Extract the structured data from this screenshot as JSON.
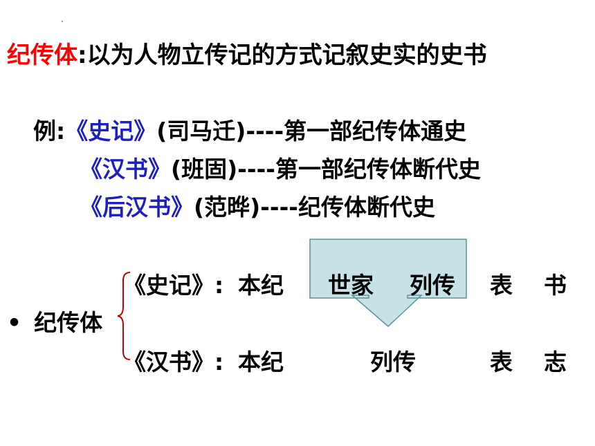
{
  "definition": {
    "term": "纪传体",
    "separator": ":",
    "text": "以为人物立传记的方式记叙史实的史书"
  },
  "examples": [
    {
      "prefix": "例:",
      "book": "《史记》",
      "author": "(司马迁)",
      "dash": "----",
      "desc": "第一部纪传体通史"
    },
    {
      "prefix": "",
      "book": "《汉书》",
      "author": "(班固)",
      "dash": "----",
      "desc": "第一部纪传体断代史"
    },
    {
      "prefix": "",
      "book": "《后汉书》",
      "author": "(范晔)",
      "dash": "----",
      "desc": "纪传体断代史"
    }
  ],
  "structure": {
    "bullet": "•",
    "label": "纪传体",
    "shiji": {
      "name": "《史记》",
      "sep": ":",
      "parts": [
        "本纪",
        "世家",
        "列传",
        "表",
        "书"
      ]
    },
    "hanshu": {
      "name": "《汉书》",
      "sep": ":",
      "parts": [
        "本纪",
        "列传",
        "表",
        "志"
      ]
    }
  },
  "colors": {
    "term": "#ff0000",
    "book": "#1f1fbf",
    "arrow_fill": "#c6e2e6",
    "brace": "#c00000"
  }
}
